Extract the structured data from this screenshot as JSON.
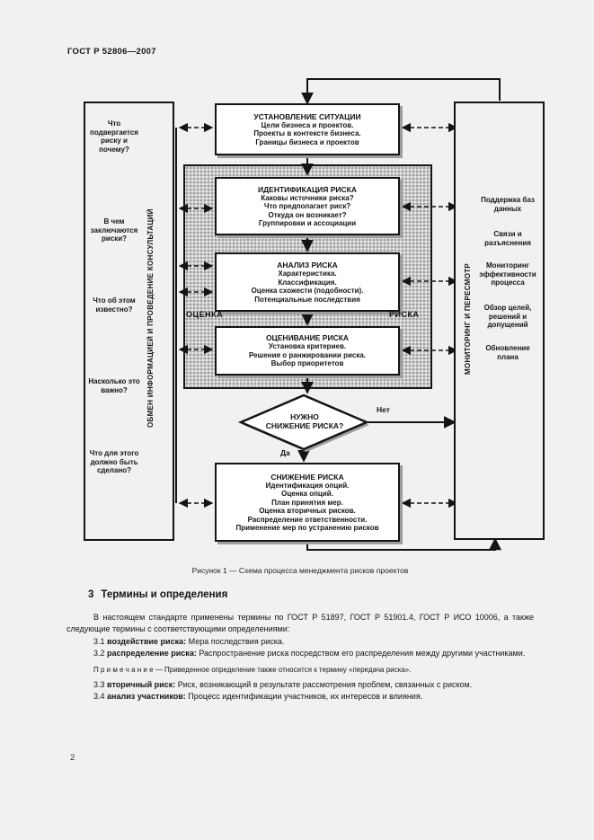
{
  "page": {
    "header": "ГОСТ Р 52806—2007",
    "page_number": "2"
  },
  "colors": {
    "page_bg": "#f1f1f1",
    "ink": "#141414",
    "grey_zone_fill": "#cbcbcb",
    "box_fill": "#ffffff",
    "shadow": "#9e9e9e"
  },
  "diagram": {
    "caption": "Рисунок 1 — Схема процесса менеджмента рисков проектов",
    "left_panel": {
      "vertical_label": "ОБМЕН ИНФОРМАЦИЕЙ И ПРОВЕДЕНИЕ КОНСУЛЬТАЦИЙ",
      "questions": [
        "Что подвергается риску и почему?",
        "В чем заключаются риски?",
        "Что об этом известно?",
        "Насколько это важно?",
        "Что для этого должно быть сделано?"
      ]
    },
    "right_panel": {
      "vertical_label": "МОНИТОРИНГ И ПЕРЕСМОТР",
      "notes": [
        "Поддержка баз данных",
        "Связи и разъяснения",
        "Мониторинг эффективности процесса",
        "Обзор целей, решений и допущений",
        "Обновление плана"
      ]
    },
    "zone_labels": {
      "left": "ОЦЕНКА",
      "right": "РИСКА"
    },
    "boxes": {
      "establish": {
        "title": "УСТАНОВЛЕНИЕ СИТУАЦИИ",
        "lines": [
          "Цели бизнеса и проектов.",
          "Проекты в контексте бизнеса.",
          "Границы бизнеса и проектов"
        ]
      },
      "identify": {
        "title": "ИДЕНТИФИКАЦИЯ РИСКА",
        "lines": [
          "Каковы источники риска?",
          "Что предполагает риск?",
          "Откуда он возникает?",
          "Группировки и ассоциации"
        ]
      },
      "analyze": {
        "title": "АНАЛИЗ РИСКА",
        "lines": [
          "Характеристика.",
          "Классификация.",
          "Оценка схожести (подобности).",
          "Потенциальные последствия"
        ]
      },
      "evaluate": {
        "title": "ОЦЕНИВАНИЕ РИСКА",
        "lines": [
          "Установка критериев.",
          "Решения о ранжировании риска.",
          "Выбор приоритетов"
        ]
      },
      "mitigate": {
        "title": "СНИЖЕНИЕ РИСКА",
        "lines": [
          "Идентификация опций.",
          "Оценка опций.",
          "План принятия мер.",
          "Оценка вторичных рисков.",
          "Распределение ответственности.",
          "Применение мер по устранению рисков"
        ]
      }
    },
    "decision": {
      "line1": "НУЖНО",
      "line2": "СНИЖЕНИЕ РИСКА?",
      "no_label": "Нет",
      "yes_label": "Да"
    }
  },
  "content": {
    "heading_num": "3",
    "heading_title": "Термины и определения",
    "intro": "В настоящем стандарте применены термины по ГОСТ Р 51897, ГОСТ Р 51901.4, ГОСТ Р ИСО 10006, а также следующие термины с соответствующими определениями:",
    "terms": [
      {
        "num": "3.1",
        "term": "воздействие риска:",
        "def": "Мера последствия риска."
      },
      {
        "num": "3.2",
        "term": "распределение риска:",
        "def": "Распространение риска посредством его распределения между другими участниками."
      },
      {
        "num": "3.3",
        "term": "вторичный риск:",
        "def": "Риск, возникающий в результате рассмотрения проблем, связанных с риском."
      },
      {
        "num": "3.4",
        "term": "анализ участников:",
        "def": "Процесс идентификации участников, их интересов и влияния."
      }
    ],
    "note": {
      "label": "П р и м е ч а н и е",
      "text": "— Приведенное определение также относится к термину «передача риска»."
    }
  }
}
